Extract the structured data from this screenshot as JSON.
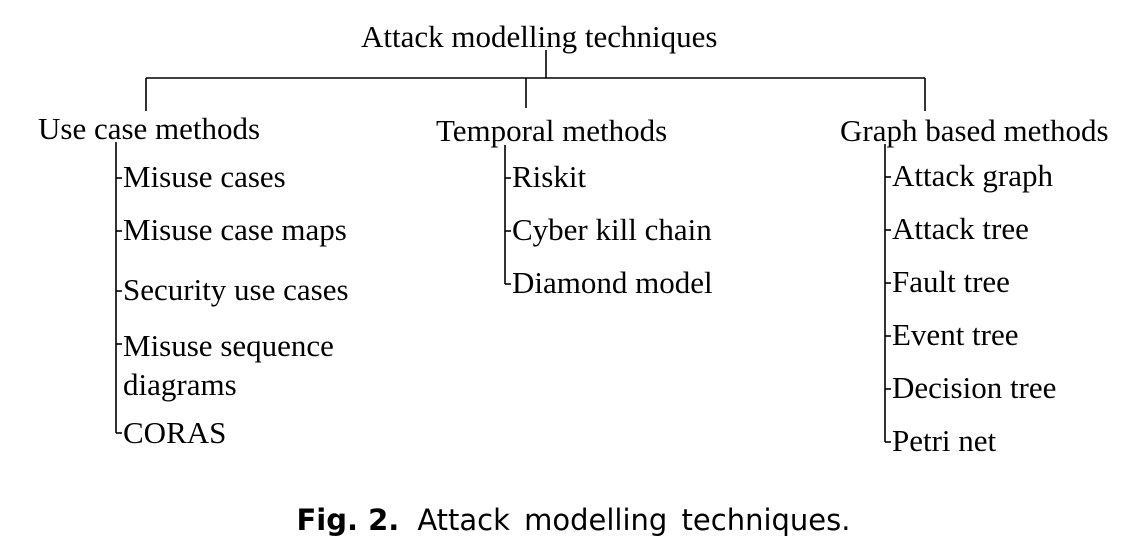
{
  "root": {
    "label": "Attack modelling techniques"
  },
  "categories": [
    {
      "label": "Use case methods",
      "items": [
        "Misuse cases",
        "Misuse case maps",
        "Security use cases",
        "Misuse sequence\ndiagrams",
        "CORAS"
      ]
    },
    {
      "label": "Temporal methods",
      "items": [
        "Riskit",
        "Cyber kill chain",
        "Diamond model"
      ]
    },
    {
      "label": "Graph based methods",
      "items": [
        "Attack graph",
        "Attack tree",
        "Fault tree",
        "Event tree",
        "Decision tree",
        "Petri net"
      ]
    }
  ],
  "caption": {
    "figure_label": "Fig. 2.",
    "text": "Attack modelling techniques."
  }
}
